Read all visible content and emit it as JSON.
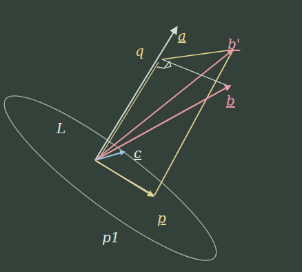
{
  "diagram": {
    "labels": [
      "a",
      "q",
      "b'",
      "b",
      "L",
      "c",
      "p",
      "p1"
    ]
  }
}
